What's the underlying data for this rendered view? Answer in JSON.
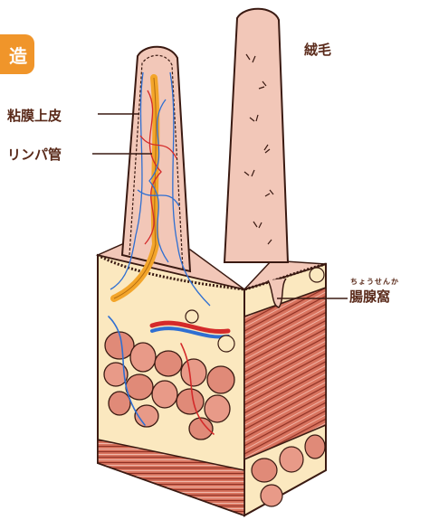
{
  "badge": {
    "text": "造",
    "color": "#f0952a"
  },
  "labels": {
    "mucosa": "粘膜上皮",
    "lymph": "リンパ管",
    "villus": "絨毛",
    "crypt": "腸腺窩",
    "crypt_ruby": "ちょうせんか"
  },
  "colors": {
    "tissue": "#f2c7b8",
    "outline": "#3a1a12",
    "muscle": "#d8735e",
    "vein": "#2f6fd2",
    "artery": "#d42a2a",
    "lymph": "#f3a52a",
    "text": "#5a2a1a"
  }
}
